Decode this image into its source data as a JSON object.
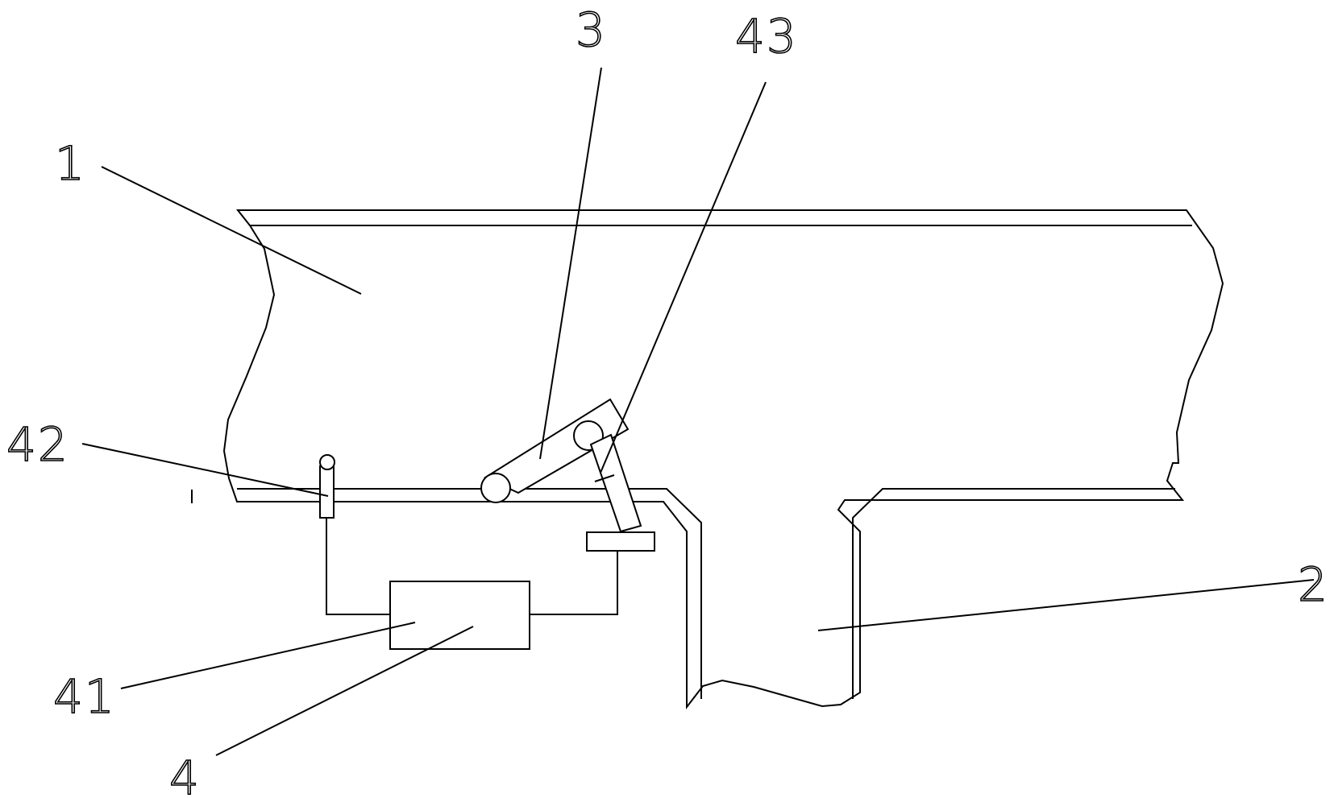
{
  "diagram": {
    "callouts": {
      "c1": "1",
      "c2": "2",
      "c3": "3",
      "c4": "4",
      "c41": "41",
      "c42": "42",
      "c43": "43"
    }
  }
}
